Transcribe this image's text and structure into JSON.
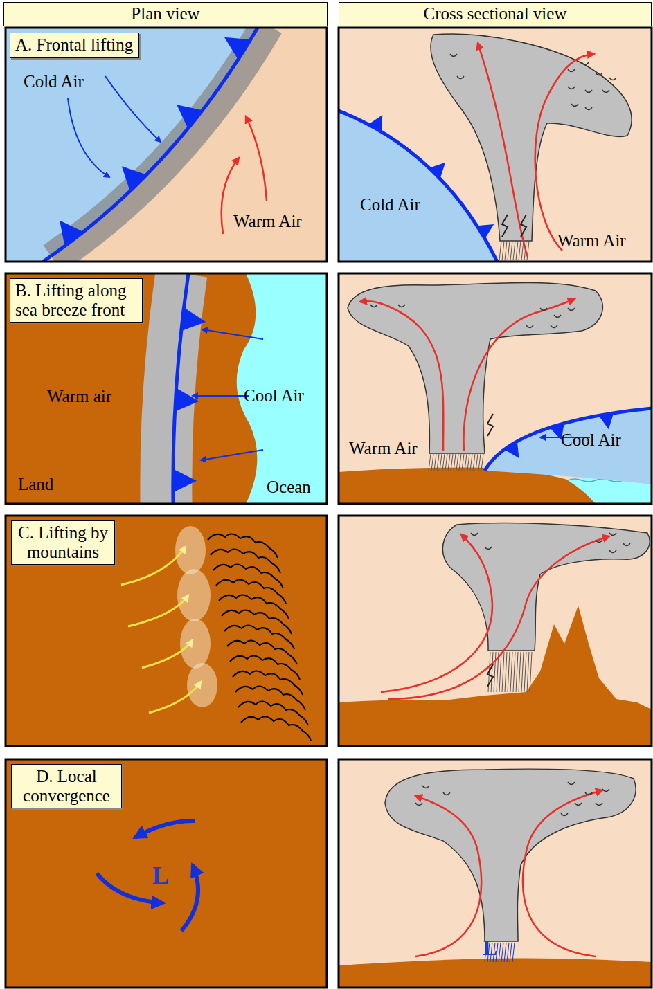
{
  "diagram": {
    "nodes": [
      {
        "text": [
          "Plan view"
        ]
      },
      {
        "text": [
          "Cross sectional view"
        ]
      },
      {
        "text": [
          "A. Frontal lifting"
        ]
      },
      {
        "text": [
          "B. Lifting along sea breeze front"
        ]
      },
      {
        "text": [
          "C. Lifting by mountains"
        ]
      },
      {
        "text": [
          "D. Local convergence"
        ]
      }
    ],
    "labels": [
      "Cold Air",
      "Warm Air",
      "Cold Air",
      "Warm Air",
      "Warm air",
      "Cool Air",
      "Land",
      "Ocean",
      "Warm Air",
      "Cool Air",
      "L",
      "L"
    ]
  }
}
